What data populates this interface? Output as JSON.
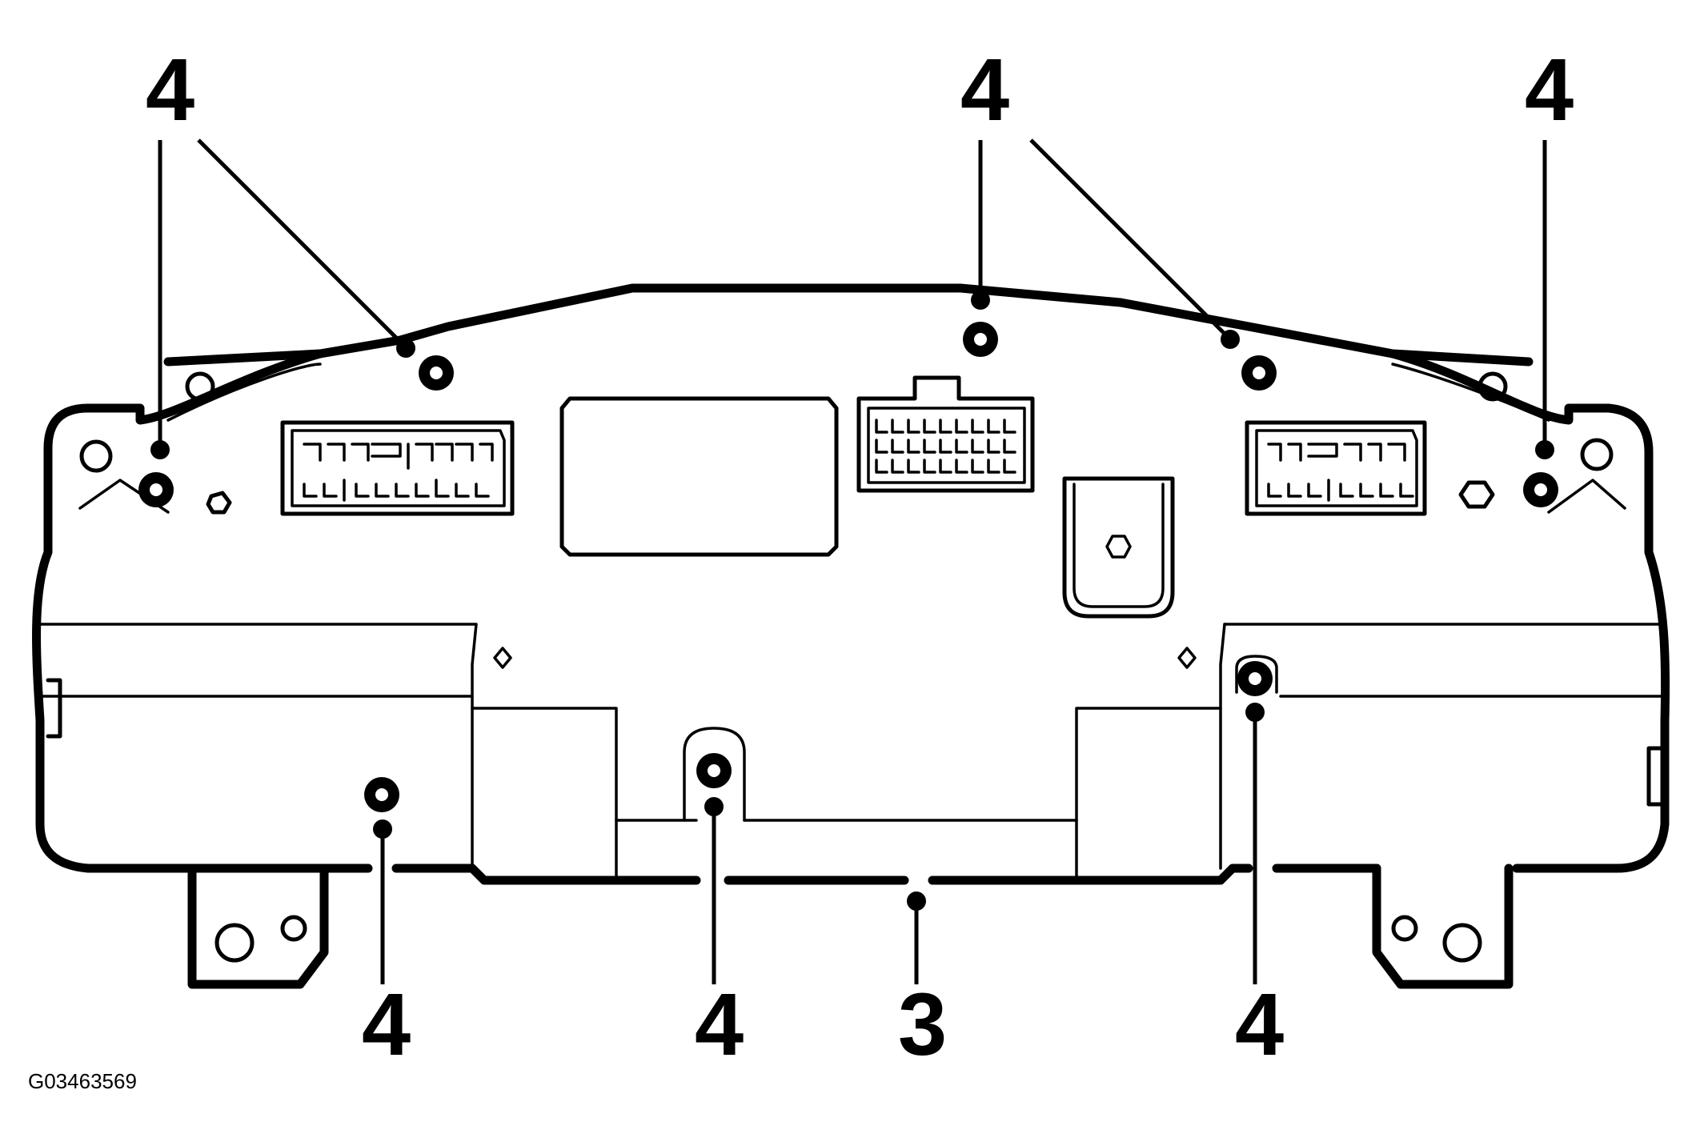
{
  "figure_id": "G03463569",
  "callouts": {
    "top_left": "4",
    "top_center": "4",
    "top_right": "4",
    "bottom_left": "4",
    "bottom_center_left": "4",
    "bottom_center": "3",
    "bottom_right": "4"
  },
  "colors": {
    "line": "#000000",
    "background": "#ffffff"
  }
}
